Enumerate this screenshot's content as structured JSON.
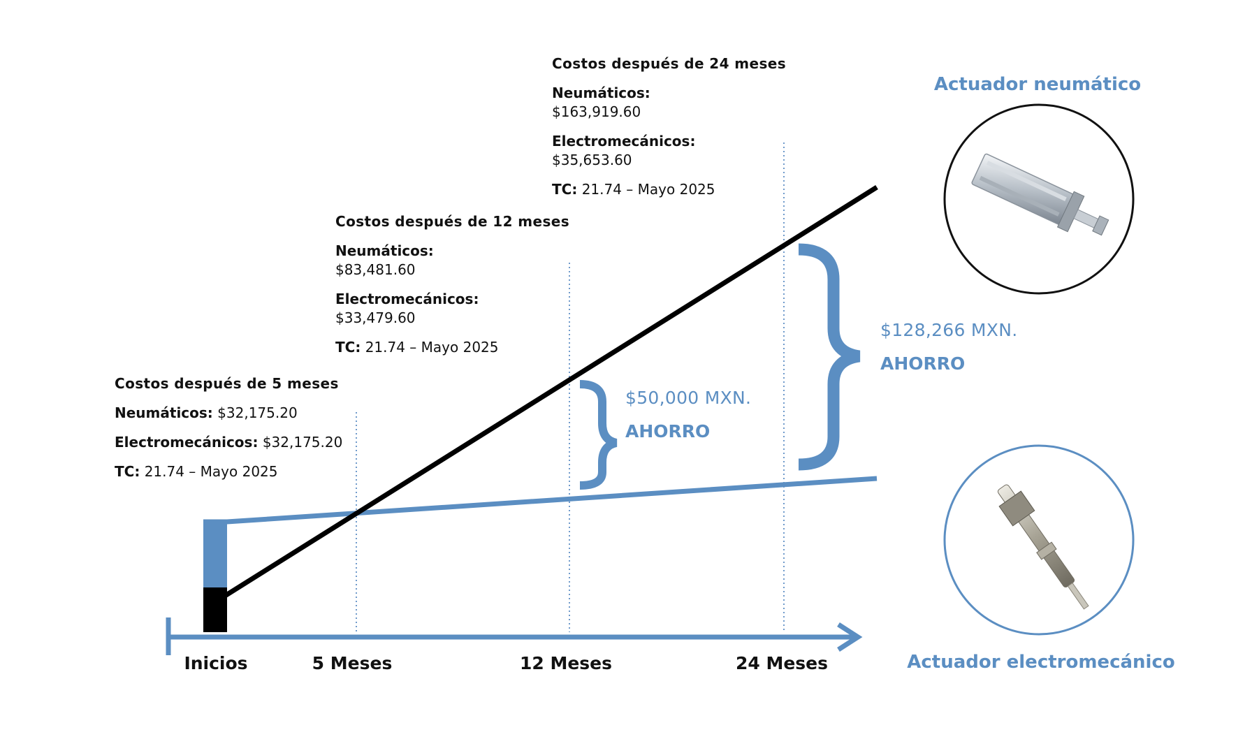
{
  "chart_data": {
    "type": "line",
    "categories": [
      "Inicios",
      "5 Meses",
      "12 Meses",
      "24 Meses"
    ],
    "series": [
      {
        "name": "Actuador neumático",
        "color": "#000000"
      },
      {
        "name": "Actuador electromecánico",
        "color": "#5b8ec2"
      }
    ],
    "annotations": [
      {
        "title": "Costos después de 5 meses",
        "neumaticos_label": "Neumáticos:",
        "neumaticos_value": "$32,175.20",
        "electro_label": "Electromecánicos:",
        "electro_value": "$32,175.20",
        "tc_label": "TC:",
        "tc_value": "21.74 – Mayo 2025"
      },
      {
        "title": "Costos después de 12 meses",
        "neumaticos_label": "Neumáticos:",
        "neumaticos_value": "$83,481.60",
        "electro_label": "Electromecánicos:",
        "electro_value": "$33,479.60",
        "tc_label": "TC:",
        "tc_value": "21.74 – Mayo 2025"
      },
      {
        "title": "Costos después de 24 meses",
        "neumaticos_label": "Neumáticos:",
        "neumaticos_value": "$163,919.60",
        "electro_label": "Electromecánicos:",
        "electro_value": "$35,653.60",
        "tc_label": "TC:",
        "tc_value": "21.74 – Mayo 2025"
      }
    ],
    "savings": [
      {
        "amount": "$50,000 MXN.",
        "label": "AHORRO"
      },
      {
        "amount": "$128,266 MXN.",
        "label": "AHORRO"
      }
    ]
  },
  "products": {
    "pneumatic_title": "Actuador neumático",
    "electro_title": "Actuador electromecánico"
  },
  "colors": {
    "accent": "#5b8ec2",
    "pneumatic_line": "#000000"
  }
}
